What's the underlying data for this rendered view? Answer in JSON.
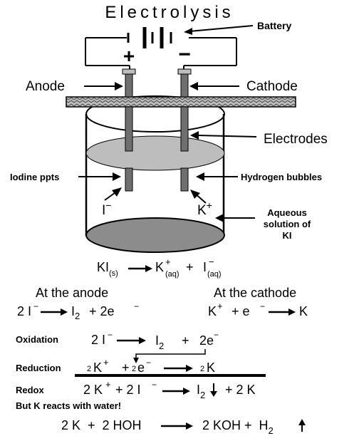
{
  "title": "Electrolysis",
  "labels": {
    "battery": "Battery",
    "plus": "+",
    "minus": "−",
    "anode": "Anode",
    "cathode": "Cathode",
    "electrodes": "Electrodes",
    "iodine_ppts": "Iodine ppts",
    "hydrogen_bubbles": "Hydrogen bubbles",
    "iodide_ion": "I",
    "iodide_charge": "−",
    "potassium_ion": "K",
    "potassium_charge": "+",
    "aqueous_line1": "Aqueous",
    "aqueous_line2": "solution of",
    "aqueous_line3": "KI"
  },
  "dissociation": {
    "reactant": "KI",
    "reactant_state": "(s)",
    "p1": "K",
    "p1_charge": "+",
    "p1_state": "(aq)",
    "plus": "+",
    "p2": "I",
    "p2_charge": "−",
    "p2_state": "(aq)"
  },
  "anode_reaction": {
    "heading": "At the anode",
    "left": "2 I",
    "left_charge": "−",
    "product": "I",
    "product_sub": "2",
    "tail": "+ 2e",
    "tail_charge": "−"
  },
  "cathode_reaction": {
    "heading": "At the cathode",
    "left": "K",
    "left_charge": "+",
    "mid": "+ e",
    "mid_charge": "−",
    "product": "K"
  },
  "oxidation": {
    "label": "Oxidation",
    "left": "2 I",
    "left_charge": "−",
    "product": "I",
    "product_sub": "2",
    "plus": "+",
    "electrons": "2e",
    "electrons_charge": "−"
  },
  "reduction": {
    "label": "Reduction",
    "coef1": "2",
    "left": "K",
    "left_charge": "+",
    "plus": "+",
    "coef2": "2",
    "electrons": "e",
    "electrons_charge": "−",
    "coef3": "2",
    "product": "K"
  },
  "redox": {
    "label": "Redox",
    "left": "2 K",
    "left_charge": "+",
    "mid": "+ 2 I",
    "mid_charge": "−",
    "product": "I",
    "product_sub": "2",
    "tail": "+ 2 K"
  },
  "note": "But  K reacts with water!",
  "water_reaction": {
    "left": "2 K  +  2 HOH",
    "right": "2 KOH +  H",
    "right_sub": "2"
  }
}
